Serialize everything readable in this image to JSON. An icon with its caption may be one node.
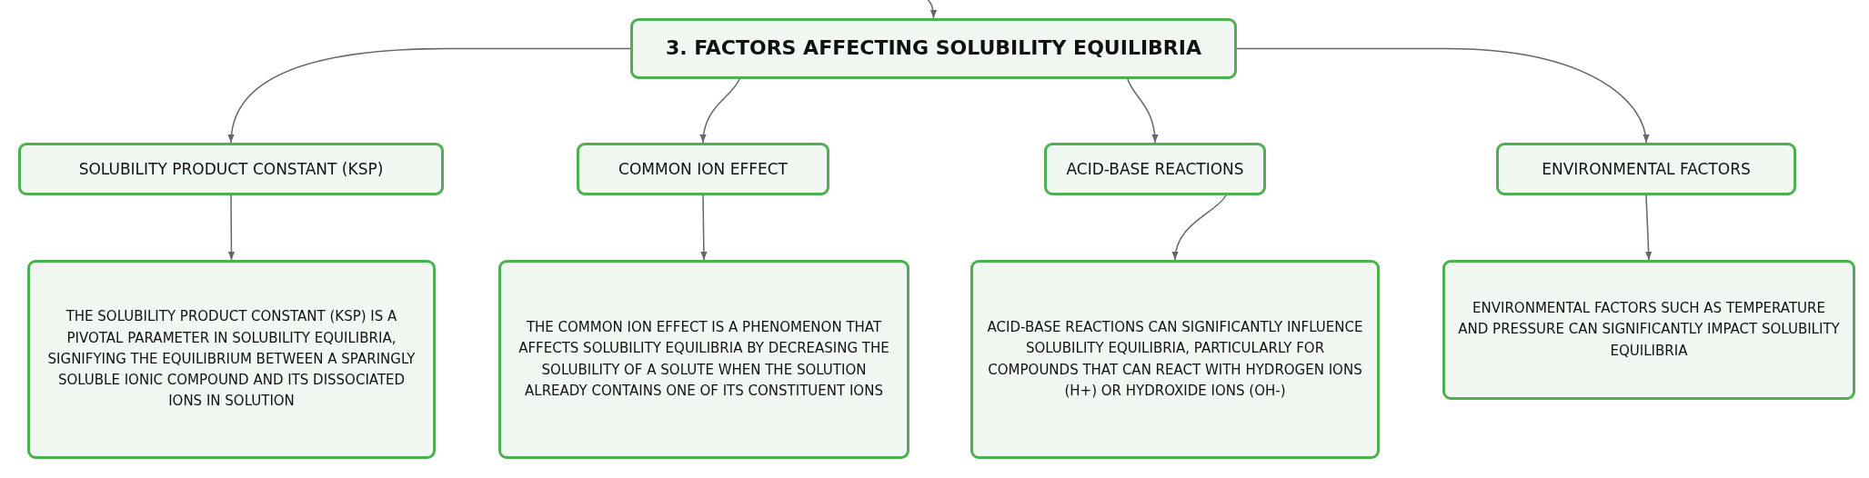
{
  "diagram": {
    "nodes": [
      {
        "text": [
          "3. FACTORS AFFECTING SOLUBILITY EQUILIBRIA"
        ]
      },
      {
        "text": [
          "SOLUBILITY PRODUCT CONSTANT (KSP)"
        ]
      },
      {
        "text": [
          "COMMON ION EFFECT"
        ]
      },
      {
        "text": [
          "ACID-BASE REACTIONS"
        ]
      },
      {
        "text": [
          "ENVIRONMENTAL FACTORS"
        ]
      },
      {
        "text": [
          "THE SOLUBILITY PRODUCT CONSTANT (KSP) IS A PIVOTAL PARAMETER IN SOLUBILITY EQUILIBRIA, SIGNIFYING THE EQUILIBRIUM BETWEEN A SPARINGLY SOLUBLE IONIC COMPOUND AND ITS DISSOCIATED IONS IN SOLUTION"
        ]
      },
      {
        "text": [
          "THE COMMON ION EFFECT IS A PHENOMENON THAT AFFECTS SOLUBILITY EQUILIBRIA BY DECREASING THE SOLUBILITY OF A SOLUTE WHEN THE SOLUTION ALREADY CONTAINS ONE OF ITS CONSTITUENT IONS"
        ]
      },
      {
        "text": [
          "ACID-BASE REACTIONS CAN SIGNIFICANTLY INFLUENCE SOLUBILITY EQUILIBRIA, PARTICULARLY FOR COMPOUNDS THAT CAN REACT WITH HYDROGEN IONS (H+) OR HYDROXIDE IONS (OH-)"
        ]
      },
      {
        "text": [
          "ENVIRONMENTAL FACTORS SUCH AS TEMPERATURE AND PRESSURE CAN SIGNIFICANTLY IMPACT SOLUBILITY EQUILIBRIA"
        ]
      }
    ],
    "edges": [
      {
        "from": null,
        "to": 0,
        "arrow": "to"
      },
      {
        "from": 0,
        "to": 1,
        "arrow": "to"
      },
      {
        "from": 0,
        "to": 2,
        "arrow": "to"
      },
      {
        "from": 0,
        "to": 3,
        "arrow": "to"
      },
      {
        "from": 0,
        "to": 4,
        "arrow": "to"
      },
      {
        "from": 1,
        "to": 5,
        "arrow": "to"
      },
      {
        "from": 2,
        "to": 6,
        "arrow": "to"
      },
      {
        "from": 3,
        "to": 7,
        "arrow": "to"
      },
      {
        "from": 4,
        "to": 8,
        "arrow": "to"
      }
    ]
  }
}
